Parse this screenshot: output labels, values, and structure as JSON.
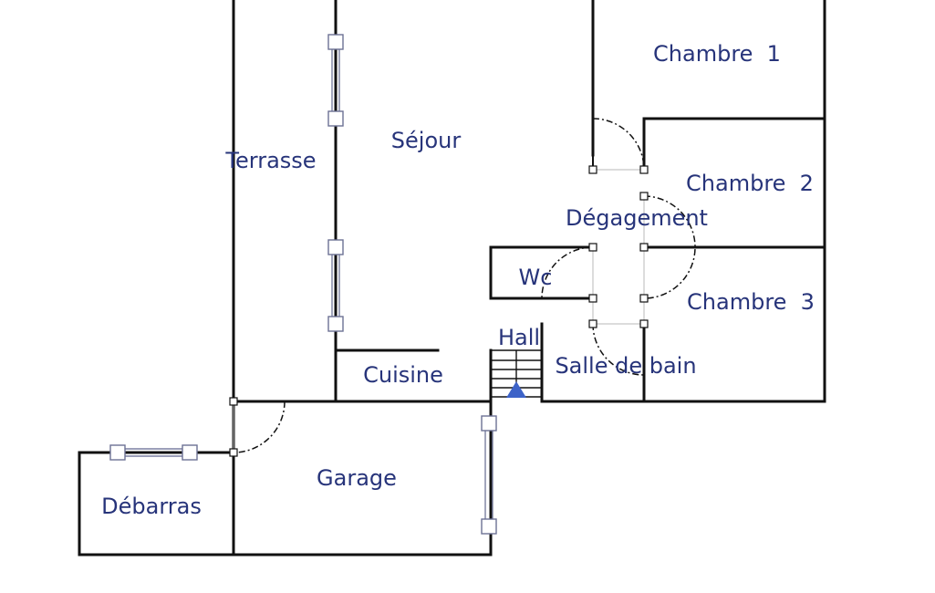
{
  "rooms": {
    "chambre1": "Chambre  1",
    "chambre2": "Chambre  2",
    "chambre3": "Chambre  3",
    "sejour": "Séjour",
    "terrasse": "Terrasse",
    "degagement": "Dégagement",
    "wc": "Wc",
    "hall": "Hall",
    "salle_de_bain": "Salle de bain",
    "cuisine": "Cuisine",
    "garage": "Garage",
    "debarras": "Débarras"
  },
  "colors": {
    "label": "#27347a",
    "wall": "#111111",
    "window": "#6d7195",
    "stair_arrow": "#3d63c8"
  },
  "icons": {
    "stair_arrow": "up-arrow-icon"
  }
}
